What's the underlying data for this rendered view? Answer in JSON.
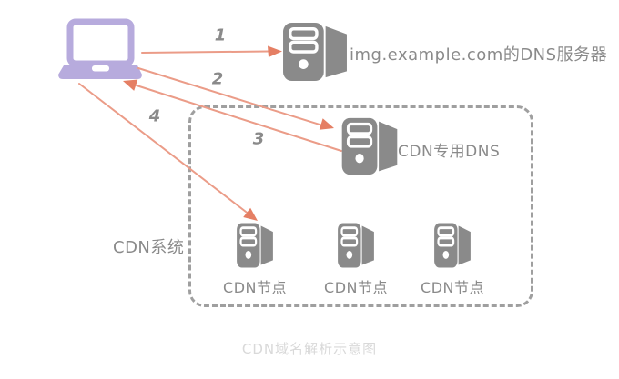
{
  "page": {
    "caption": "CDN域名解析示意图",
    "background": "#ffffff"
  },
  "diagram": {
    "dns_server": {
      "label": "img.example.com的DNS服务器"
    },
    "cdn_dns": {
      "label": "CDN专用DNS"
    },
    "cdn_system": {
      "label": "CDN系统"
    },
    "cdn_nodes": [
      {
        "label": "CDN节点"
      },
      {
        "label": "CDN节点"
      },
      {
        "label": "CDN节点"
      }
    ],
    "arrows": [
      {
        "label": "1",
        "from": "laptop",
        "to": "img.example.com的DNS服务器"
      },
      {
        "label": "2",
        "from": "laptop",
        "to": "CDN专用DNS"
      },
      {
        "label": "3",
        "from": "CDN专用DNS",
        "to": "laptop"
      },
      {
        "label": "4",
        "from": "laptop",
        "to": "CDN节点"
      }
    ],
    "colors": {
      "laptop": "#b7abdd",
      "arrow_line": "#eb9c88",
      "arrow_head": "#e57f64",
      "icon_gray": "#8a8a8a",
      "text_gray": "#8a8a8a",
      "dashed_border": "#9f9f9f",
      "caption_gray": "#d9d9d9"
    }
  }
}
